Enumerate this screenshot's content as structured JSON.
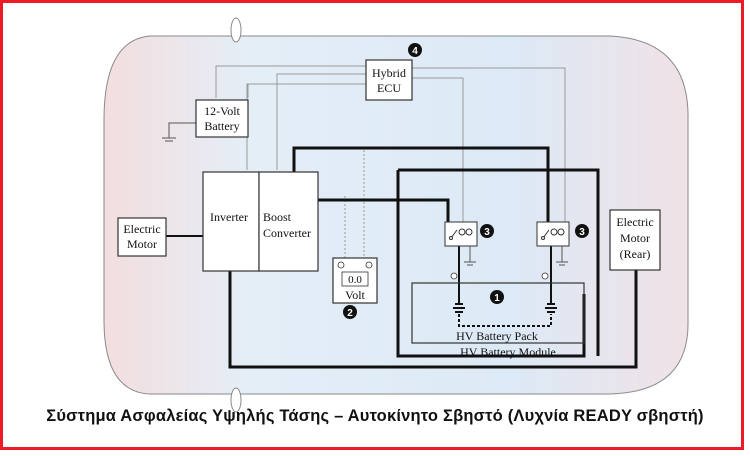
{
  "caption": "Σύστημα Ασφαλείας Υψηλής Τάσης – Αυτοκίνητο Σβηστό (Λυχνία READY σβηστή)",
  "components": {
    "hybrid_ecu": [
      "Hybrid",
      "ECU"
    ],
    "battery_12v": [
      "12-Volt",
      "Battery"
    ],
    "electric_motor_front": [
      "Electric",
      "Motor"
    ],
    "inverter": "Inverter",
    "boost_converter": [
      "Boost",
      "Converter"
    ],
    "voltmeter_reading": "0.0",
    "voltmeter_unit": "Volt",
    "electric_motor_rear": [
      "Electric",
      "Motor",
      "(Rear)"
    ],
    "hv_battery_pack": "HV Battery Pack",
    "hv_battery_module": "HV Battery Module"
  },
  "markers": {
    "one": "1",
    "two": "2",
    "three": "3",
    "four": "4"
  }
}
